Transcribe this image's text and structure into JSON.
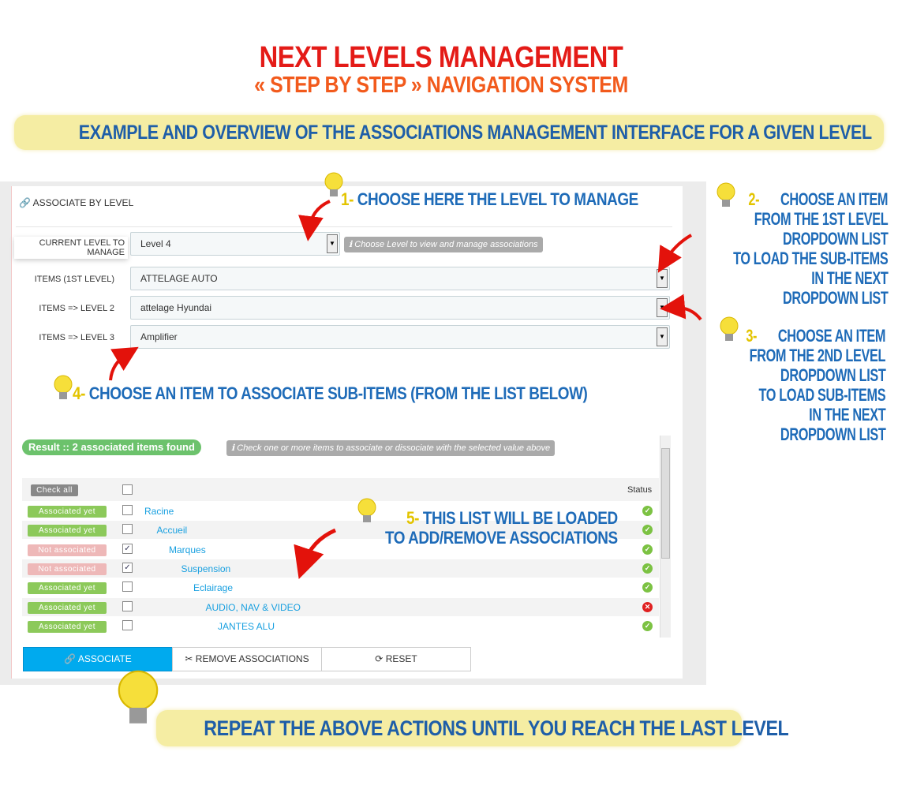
{
  "header": {
    "title": "NEXT LEVELS MANAGEMENT",
    "subtitle": "« STEP BY STEP » NAVIGATION SYSTEM",
    "banner": "EXAMPLE AND OVERVIEW OF THE ASSOCIATIONS MANAGEMENT INTERFACE FOR A GIVEN LEVEL"
  },
  "panel": {
    "title": "ASSOCIATE BY LEVEL",
    "current_level_label": "CURRENT LEVEL TO MANAGE",
    "current_level_value": "Level 4",
    "current_level_hint": "Choose Level to view and manage associations",
    "fields": [
      {
        "label": "ITEMS  (1ST LEVEL)",
        "value": "ATTELAGE AUTO"
      },
      {
        "label": "ITEMS => LEVEL 2",
        "value": "attelage Hyundai"
      },
      {
        "label": "ITEMS => LEVEL 3",
        "value": "Amplifier"
      }
    ],
    "result": "Result :: 2 associated items found",
    "result_hint": "Check one or more items to associate or dissociate with the selected value above",
    "check_all": "Check all",
    "status_header": "Status",
    "rows": [
      {
        "badge": "Associated yet",
        "checked": false,
        "name": "Racine",
        "status": "ok"
      },
      {
        "badge": "Associated yet",
        "checked": false,
        "name": "Accueil",
        "status": "ok"
      },
      {
        "badge": "Not associated",
        "checked": true,
        "name": "Marques",
        "status": "ok"
      },
      {
        "badge": "Not associated",
        "checked": true,
        "name": "Suspension",
        "status": "ok"
      },
      {
        "badge": "Associated yet",
        "checked": false,
        "name": "Eclairage",
        "status": "ok"
      },
      {
        "badge": "Associated yet",
        "checked": false,
        "name": "AUDIO, NAV & VIDEO",
        "status": "error"
      },
      {
        "badge": "Associated yet",
        "checked": false,
        "name": "JANTES ALU",
        "status": "ok"
      }
    ],
    "buttons": {
      "associate": "ASSOCIATE",
      "remove": "REMOVE ASSOCIATIONS",
      "reset": "RESET"
    }
  },
  "notes": {
    "n1": {
      "num": "1-",
      "text": "CHOOSE HERE THE LEVEL TO MANAGE"
    },
    "n2": {
      "num": "2-",
      "lines": [
        "CHOOSE AN ITEM",
        "FROM THE 1ST LEVEL",
        "DROPDOWN LIST",
        "TO LOAD THE SUB-ITEMS",
        "IN THE NEXT",
        "DROPDOWN LIST"
      ]
    },
    "n3": {
      "num": "3-",
      "lines": [
        "CHOOSE AN ITEM",
        "FROM THE 2ND LEVEL",
        "DROPDOWN LIST",
        "TO LOAD SUB-ITEMS",
        "IN THE NEXT",
        "DROPDOWN LIST"
      ]
    },
    "n4": {
      "num": "4-",
      "text": "CHOOSE AN ITEM TO ASSOCIATE SUB-ITEMS (FROM THE LIST BELOW)"
    },
    "n5": {
      "num": "5-",
      "lines": [
        "THIS LIST WILL BE LOADED",
        "TO ADD/REMOVE ASSOCIATIONS"
      ]
    },
    "final": "REPEAT THE ABOVE ACTIONS UNTIL YOU REACH THE LAST LEVEL"
  },
  "colors": {
    "associated": "#8cc95a",
    "not_associated": "#eeb8b8",
    "primary": "#00aaee"
  }
}
